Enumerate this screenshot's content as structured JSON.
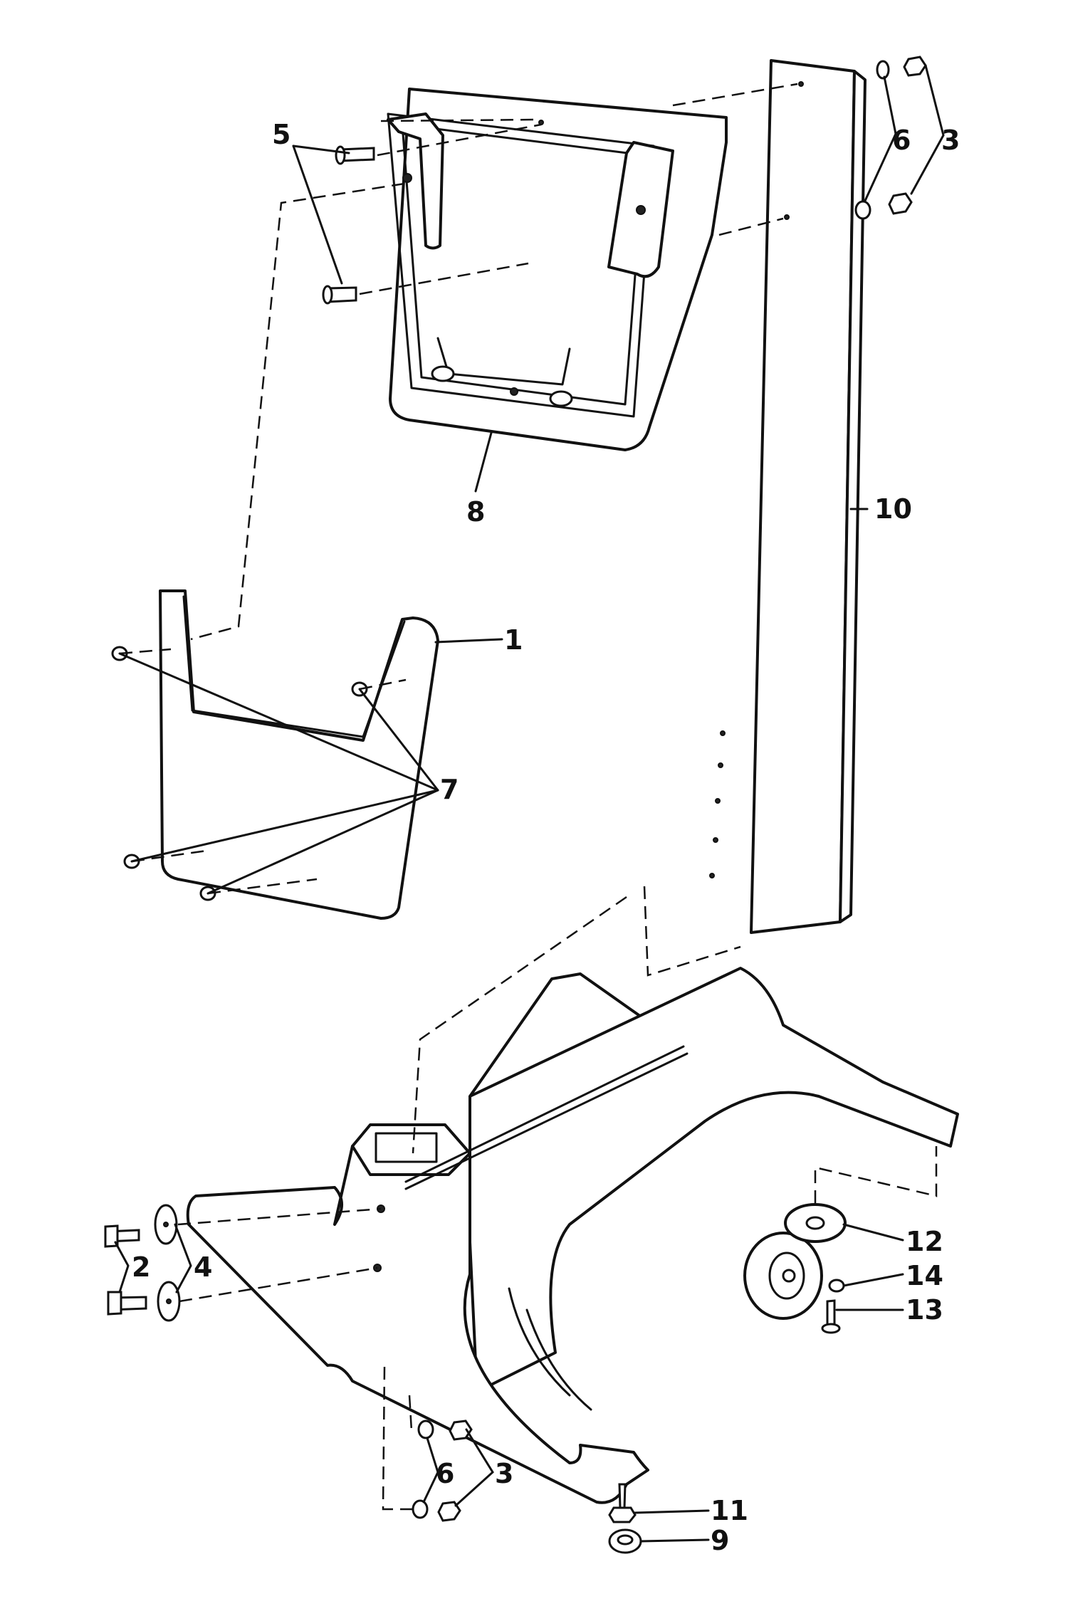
{
  "callouts": {
    "c1": "1",
    "c2": "2",
    "c3_top": "3",
    "c3_bottom": "3",
    "c4": "4",
    "c5": "5",
    "c6_top": "6",
    "c6_bottom": "6",
    "c7": "7",
    "c8": "8",
    "c9": "9",
    "c10": "10",
    "c11": "11",
    "c12": "12",
    "c13": "13",
    "c14": "14"
  },
  "colors": {
    "line": "#111111",
    "background": "#ffffff"
  }
}
